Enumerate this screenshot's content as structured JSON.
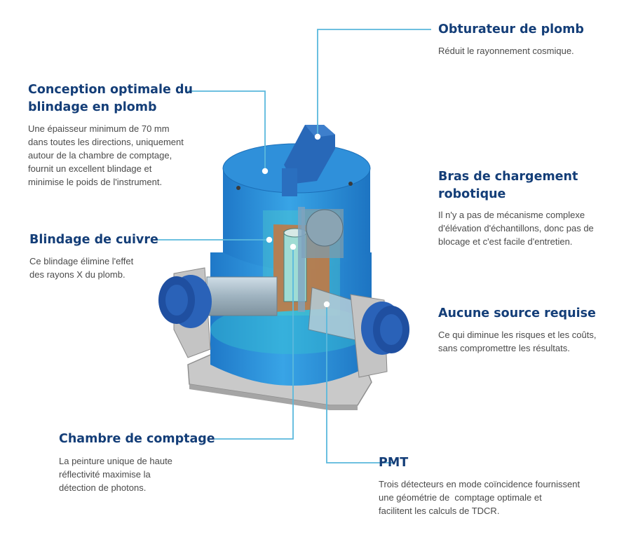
{
  "callouts": {
    "obturateur": {
      "title": [
        "Obturateur de plomb"
      ],
      "desc": [
        "Réduit le rayonnement cosmique."
      ]
    },
    "conception": {
      "title": [
        "Conception optimale du",
        "blindage en plomb"
      ],
      "desc": [
        "Une épaisseur minimum de 70 mm",
        "dans toutes les directions, uniquement",
        "autour de la chambre de comptage,",
        "fournit un excellent blindage et",
        "minimise le poids de l'instrument."
      ]
    },
    "bras": {
      "title": [
        "Bras de chargement",
        "robotique"
      ],
      "desc": [
        "Il n'y a pas de mécanisme complexe",
        "d'élévation d'échantillons, donc pas de",
        "blocage et c'est facile d'entretien."
      ]
    },
    "cuivre": {
      "title": [
        "Blindage de cuivre"
      ],
      "desc": [
        "Ce blindage élimine l'effet",
        "des rayons X du plomb."
      ]
    },
    "source": {
      "title": [
        "Aucune source requise"
      ],
      "desc": [
        "Ce qui diminue les risques et les coûts,",
        "sans compromettre les résultats."
      ]
    },
    "chambre": {
      "title": [
        "Chambre de comptage"
      ],
      "desc": [
        "La peinture unique de haute",
        "réflectivité maximise la",
        "détection de photons."
      ]
    },
    "pmt": {
      "title": [
        "PMT"
      ],
      "desc": [
        "Trois détecteurs en mode coïncidence fournissent",
        "une géométrie de  comptage optimale et",
        "facilitent les calculs de TDCR."
      ]
    }
  },
  "colors": {
    "title": "#143e78",
    "text": "#4a4a4a",
    "leader": "#5ab8dc",
    "housing": "#2a8fd6",
    "base": "#c9c9c9",
    "pmt_cap": "#1e56b0",
    "copper": "#c8773c"
  }
}
